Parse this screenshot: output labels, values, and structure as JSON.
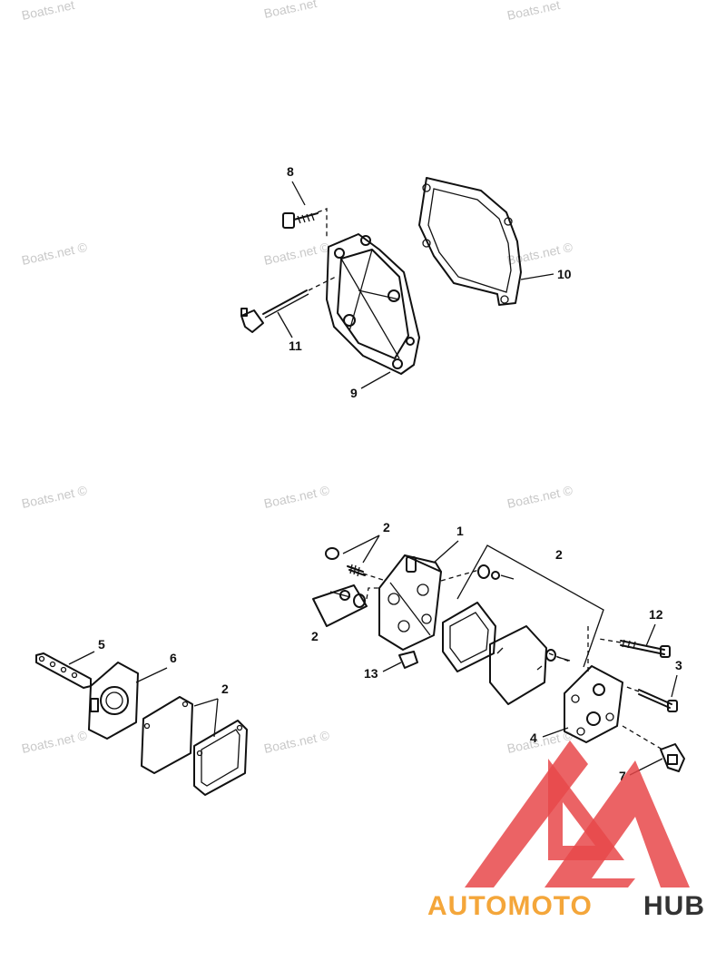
{
  "watermark": "Boats.net ©",
  "watermark_short": "Boats.net",
  "callouts": {
    "c1": "1",
    "c2a": "2",
    "c2b": "2",
    "c2c": "2",
    "c2d": "2",
    "c3": "3",
    "c4": "4",
    "c5": "5",
    "c6": "6",
    "c7": "7",
    "c8": "8",
    "c9": "9",
    "c10": "10",
    "c11": "11",
    "c12": "12",
    "c13": "13"
  },
  "logo": {
    "text_a": "AUTOMOTO",
    "text_b": "HUB",
    "color_a": "#f4a63a",
    "color_b": "#333333",
    "mark_color": "#e8484a"
  }
}
